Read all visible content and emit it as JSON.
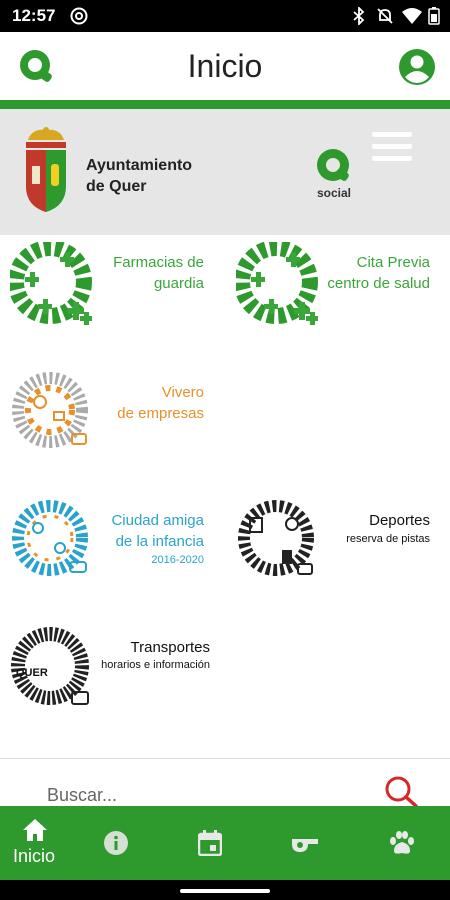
{
  "status_bar": {
    "time": "12:57",
    "icons": [
      "at-sign-icon",
      "bluetooth-icon",
      "mute-icon",
      "wifi-icon",
      "battery-icon"
    ]
  },
  "app_bar": {
    "title": "Inicio",
    "logo_letter": "Q",
    "account_icon": "account-circle-icon"
  },
  "banner": {
    "org_line1": "Ayuntamiento",
    "org_line2": "de Quer",
    "social_letter": "Q",
    "social_label": "social"
  },
  "tiles": [
    {
      "line1": "Farmacias de",
      "line2": "guardia",
      "line3": "",
      "color": "#3aa63a"
    },
    {
      "line1": "Cita Previa",
      "line2": "centro de salud",
      "line3": "",
      "color": "#3aa63a"
    },
    {
      "line1": "Vivero",
      "line2": "de empresas",
      "line3": "",
      "color": "#e8902a"
    },
    {
      "line1": "Ciudad amiga",
      "line2": "de la infancia",
      "line3": "2016-2020",
      "color": "#2aa3cc"
    },
    {
      "line1": "Deportes",
      "line2": "reserva de pistas",
      "line3": "",
      "color": "#111111"
    },
    {
      "line1": "Transportes",
      "line2": "horarios e información",
      "line3": "",
      "color": "#111111"
    }
  ],
  "search": {
    "placeholder": "Buscar..."
  },
  "bottom_nav": {
    "items": [
      {
        "label": "Inicio",
        "icon": "home-icon"
      },
      {
        "label": "",
        "icon": "info-icon"
      },
      {
        "label": "",
        "icon": "calendar-icon"
      },
      {
        "label": "",
        "icon": "whistle-icon"
      },
      {
        "label": "",
        "icon": "paw-icon"
      }
    ]
  },
  "colors": {
    "brand_green": "#2e9a2e",
    "banner_gray": "#e6e6e6",
    "search_red": "#d62828"
  }
}
